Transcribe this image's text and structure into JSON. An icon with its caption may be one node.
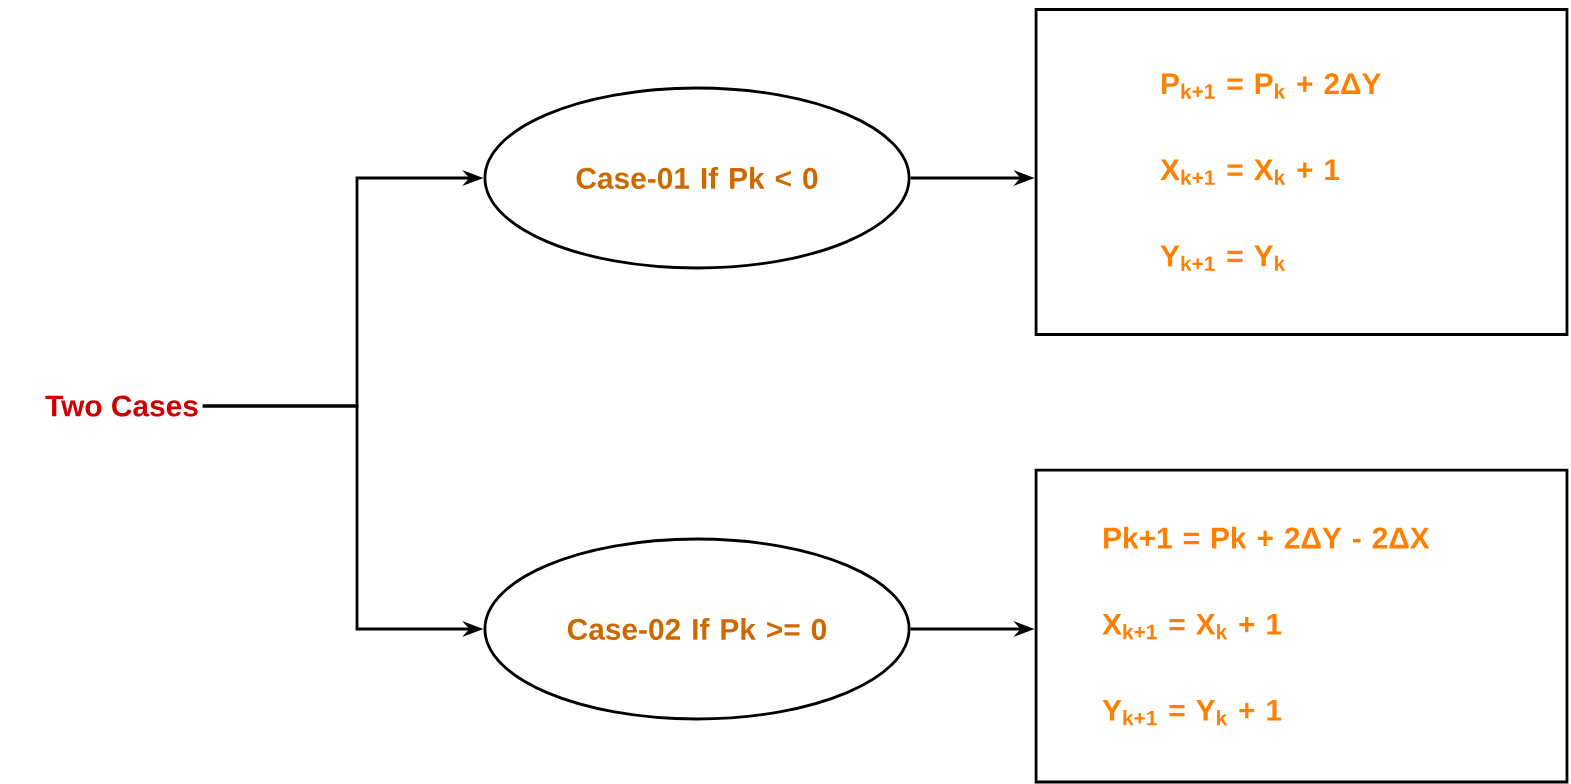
{
  "diagram": {
    "nodes": [
      {
        "text": [
          "Two Cases"
        ]
      },
      {
        "text": [
          "Case-01 If Pk < 0"
        ]
      },
      {
        "text": [
          "P$_{k+1}$ = P$_{k}$ + 2ΔY",
          "X$_{k+1}$ = X$_{k}$ + 1",
          "Y$_{k+1}$ = Y$_{k}$"
        ]
      },
      {
        "text": [
          "Case-02 If Pk >= 0"
        ]
      },
      {
        "text": [
          "Pk+1 = Pk + 2ΔY - 2ΔX",
          "X$_{k+1}$ = X$_{k}$ + 1",
          "Y$_{k+1}$ = Y$_{k}$ + 1"
        ]
      }
    ],
    "edges": [
      {
        "from": 0,
        "to": 1,
        "arrow": "to"
      },
      {
        "from": 0,
        "to": 3,
        "arrow": "to"
      },
      {
        "from": 1,
        "to": 2,
        "arrow": "to"
      },
      {
        "from": 3,
        "to": 4,
        "arrow": "to"
      }
    ]
  }
}
